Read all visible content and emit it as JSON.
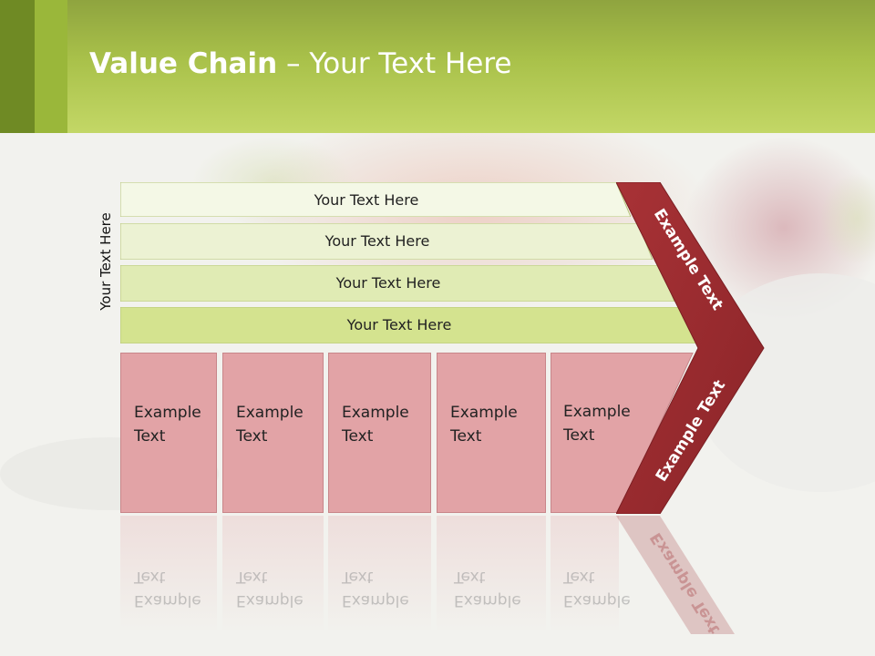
{
  "title": {
    "bold": "Value Chain",
    "rest": " – Your Text Here"
  },
  "side_label": "Your Text Here",
  "bars": [
    "Your Text Here",
    "Your Text Here",
    "Your Text Here",
    "Your Text Here"
  ],
  "boxes": [
    {
      "line1": "Example",
      "line2": "Text"
    },
    {
      "line1": "Example",
      "line2": "Text"
    },
    {
      "line1": "Example",
      "line2": "Text"
    },
    {
      "line1": "Example",
      "line2": "Text"
    },
    {
      "line1": "Example",
      "line2": "Text"
    }
  ],
  "arrow": {
    "upper": "Example Text",
    "lower": "Example Text"
  },
  "colors": {
    "header": "#a9c14a",
    "bar_fills": [
      "#f4f8e6",
      "#ecf2d3",
      "#e0ebb4",
      "#d4e38f"
    ],
    "box": "#e2a3a6",
    "arrow": "#9b2c30"
  }
}
